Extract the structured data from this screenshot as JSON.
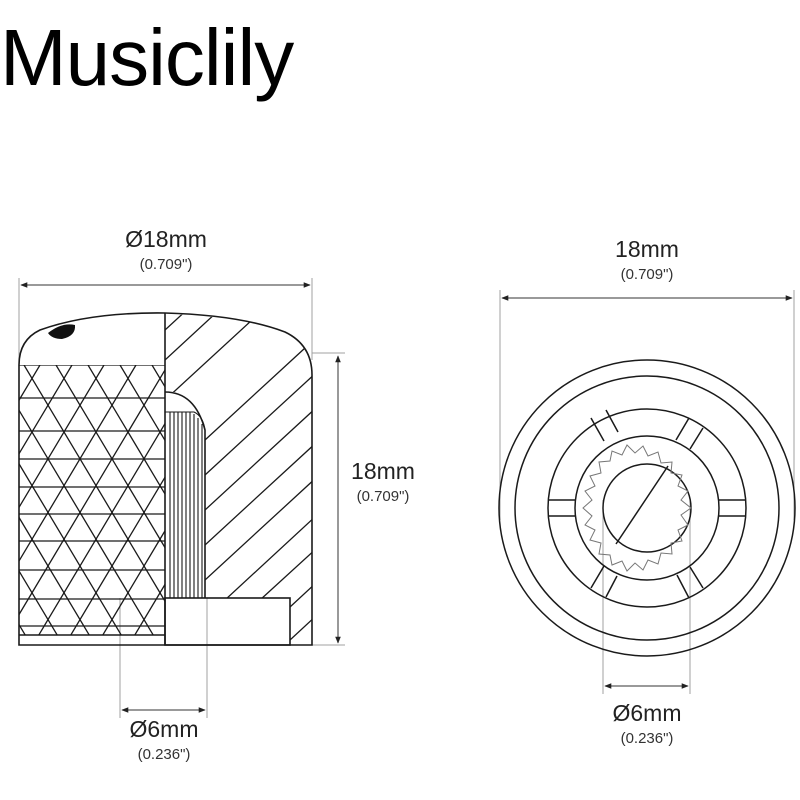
{
  "brand": "Musiclily",
  "side_view": {
    "width_dim": {
      "main": "Ø18mm",
      "sub": "(0.709\")"
    },
    "height_dim": {
      "main": "18mm",
      "sub": "(0.709\")"
    },
    "shaft_dim": {
      "main": "Ø6mm",
      "sub": "(0.236\")"
    }
  },
  "front_view": {
    "width_dim": {
      "main": "18mm",
      "sub": "(0.709\")"
    },
    "shaft_dim": {
      "main": "Ø6mm",
      "sub": "(0.236\")"
    }
  },
  "colors": {
    "line": "#1a1a1a",
    "dim_line": "#9a9a9a",
    "text": "#222222",
    "background": "#ffffff"
  }
}
